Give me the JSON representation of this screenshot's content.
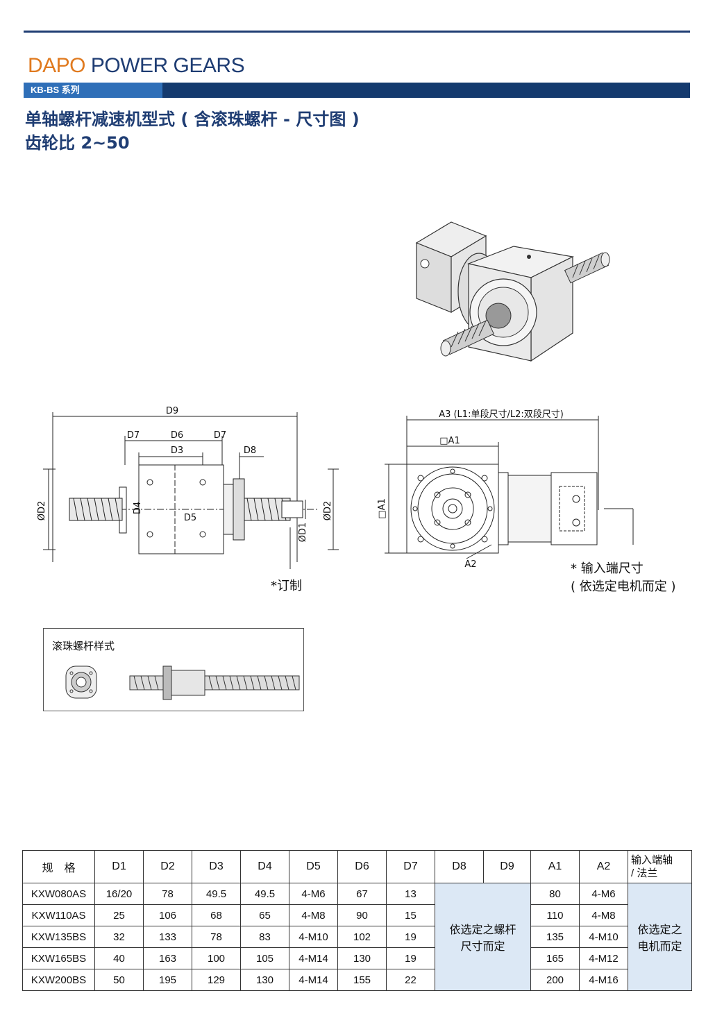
{
  "header": {
    "brand_part1": "DAPO",
    "brand_part2": "POWER GEARS",
    "series": "KB-BS 系列",
    "title_line1": "单轴螺杆减速机型式 ( 含滚珠螺杆 - 尺寸图 )",
    "title_line2": "齿轮比 2~50"
  },
  "front_view": {
    "D9": "D9",
    "D7_left": "D7",
    "D6": "D6",
    "D7_right": "D7",
    "D3": "D3",
    "D8": "D8",
    "D2_left": "ØD2",
    "D4": "D4",
    "D5": "D5",
    "D1": "ØD1",
    "D2_right": "ØD2",
    "custom_note": "*订制"
  },
  "side_view": {
    "A3": "A3 (L1:单段尺寸/L2:双段尺寸)",
    "A1_top": "□A1",
    "A1_side": "□A1",
    "A2": "A2",
    "input_note_line1": "*  输入端尺寸",
    "input_note_line2": "( 依选定电机而定 )"
  },
  "ball_screw_box": {
    "title": "滚珠螺杆样式"
  },
  "colors": {
    "navy": "#1f3d73",
    "orange": "#e07a1f",
    "tab_blue": "#2f6fb8",
    "cell_blue": "#dce8f5"
  },
  "table": {
    "headers": [
      "规　格",
      "D1",
      "D2",
      "D3",
      "D4",
      "D5",
      "D6",
      "D7",
      "D8",
      "D9",
      "A1",
      "A2",
      "输入端轴/法兰"
    ],
    "last_header_line1": "输入端轴",
    "last_header_line2": "/ 法兰",
    "merged_d8_d9": "依选定之螺杆尺寸而定",
    "merged_d8_d9_line1": "依选定之螺杆",
    "merged_d8_d9_line2": "尺寸而定",
    "merged_input": "依选定之电机而定",
    "merged_input_line1": "依选定之",
    "merged_input_line2": "电机而定",
    "rows": [
      {
        "model": "KXW080AS",
        "D1": "16/20",
        "D2": "78",
        "D3": "49.5",
        "D4": "49.5",
        "D5": "4-M6",
        "D6": "67",
        "D7": "13",
        "A1": "80",
        "A2": "4-M6"
      },
      {
        "model": "KXW110AS",
        "D1": "25",
        "D2": "106",
        "D3": "68",
        "D4": "65",
        "D5": "4-M8",
        "D6": "90",
        "D7": "15",
        "A1": "110",
        "A2": "4-M8"
      },
      {
        "model": "KXW135BS",
        "D1": "32",
        "D2": "133",
        "D3": "78",
        "D4": "83",
        "D5": "4-M10",
        "D6": "102",
        "D7": "19",
        "A1": "135",
        "A2": "4-M10"
      },
      {
        "model": "KXW165BS",
        "D1": "40",
        "D2": "163",
        "D3": "100",
        "D4": "105",
        "D5": "4-M14",
        "D6": "130",
        "D7": "19",
        "A1": "165",
        "A2": "4-M12"
      },
      {
        "model": "KXW200BS",
        "D1": "50",
        "D2": "195",
        "D3": "129",
        "D4": "130",
        "D5": "4-M14",
        "D6": "155",
        "D7": "22",
        "A1": "200",
        "A2": "4-M16"
      }
    ]
  }
}
